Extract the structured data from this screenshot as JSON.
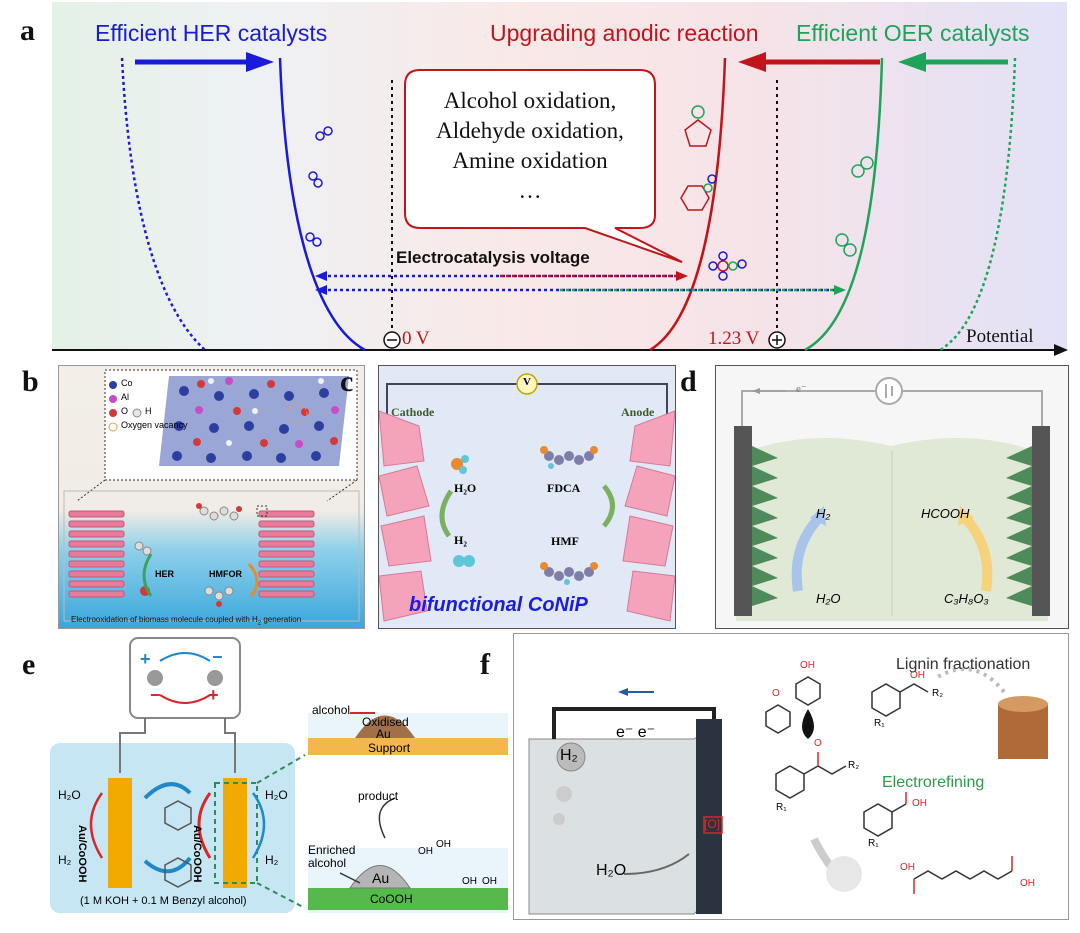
{
  "panel_a": {
    "letter": "a",
    "title_her": "Efficient HER catalysts",
    "title_upgrade": "Upgrading anodic reaction",
    "title_oer": "Efficient OER catalysts",
    "bubble_lines": [
      "Alcohol oxidation,",
      "Aldehyde oxidation,",
      "Amine oxidation",
      "…"
    ],
    "voltage_label": "Electrocatalysis voltage",
    "zero_label": "0 V",
    "v123_label": "1.23 V",
    "axis_label": "Potential",
    "colors": {
      "her": "#1a1adb",
      "upgrade": "#c2151b",
      "oer": "#1ea45a"
    }
  },
  "panel_b": {
    "letter": "b",
    "legend": [
      "Co",
      "Al",
      "O",
      "H",
      "Oxygen vacancy"
    ],
    "her_label": "HER",
    "hmfor_label": "HMFOR",
    "caption_prefix": "Electrooxidation of biomass molecule coupled with H",
    "caption_sub": "2",
    "caption_suffix": " generation"
  },
  "panel_c": {
    "letter": "c",
    "cathode": "Cathode",
    "anode": "Anode",
    "meter": "V",
    "h2o": "H₂O",
    "h2": "H₂",
    "fdca": "FDCA",
    "hmf": "HMF",
    "banner": "bifunctional CoNiP"
  },
  "panel_d": {
    "letter": "d",
    "electron": "e⁻",
    "h2": "H₂",
    "hcooh": "HCOOH",
    "h2o": "H₂O",
    "c3": "C₃H₈O₃"
  },
  "panel_e": {
    "letter": "e",
    "electrode": "Au/CoOOH",
    "h2o": "H₂O",
    "h2": "H₂",
    "electrolyte": "(1 M KOH + 0.1 M Benzyl alcohol)",
    "alcohol": "alcohol",
    "oxidised": "Oxidised",
    "au": "Au",
    "support": "Support",
    "product": "product",
    "enriched": "Enriched",
    "alcohol2": "alcohol",
    "oh": "OH",
    "cooh": "CoOOH",
    "plus": "+",
    "minus": "−"
  },
  "panel_f": {
    "letter": "f",
    "electrons": "e⁻  e⁻",
    "h2": "H₂",
    "h2o": "H₂O",
    "oxygen": "[O]",
    "lignin": "Lignin fractionation",
    "electrorefining": "Electrorefining",
    "oh": "OH",
    "o": "O",
    "r1": "R₁",
    "r2": "R₂"
  }
}
